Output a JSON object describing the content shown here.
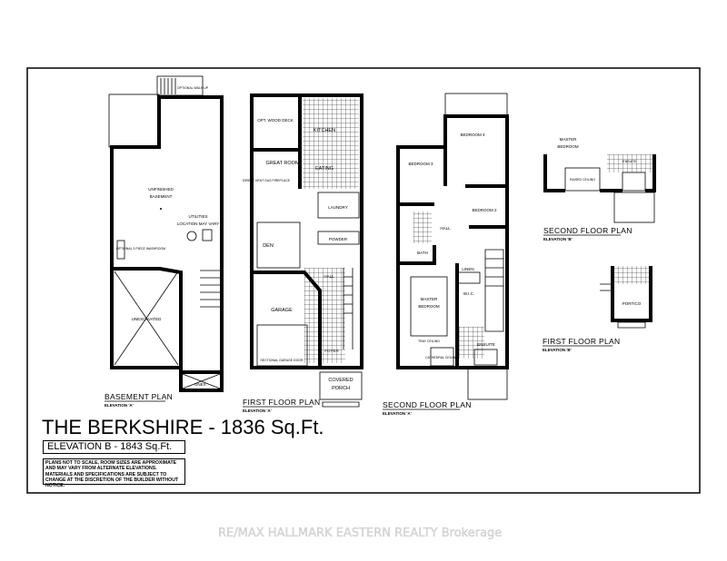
{
  "title": "THE BERKSHIRE - 1836 Sq.Ft.",
  "elevation_b": "ELEVATION B - 1843 Sq.Ft.",
  "disclaimer": "PLANS NOT TO SCALE, ROOM SIZES ARE APPROXIMATE AND MAY VARY FROM ALTERNATE ELEVATIONS.  MATERIALS AND SPECIFICATIONS ARE SUBJECT TO CHANGE AT THE DISCRETION OF THE BUILDER WITHOUT NOTICE.",
  "watermark": "RE/MAX HALLMARK EASTERN REALTY  Brokerage",
  "plans": {
    "basement": {
      "title": "BASEMENT PLAN",
      "elevation": "ELEVATION 'A'",
      "rooms": {
        "unfinished": "UNFINISHED",
        "basement": "BASEMENT",
        "utilities": "UTILITIES",
        "utilities_note": "LOCATION MAY VARY",
        "rough_in": "OPTIONAL 3 PIECE WASHROOM",
        "unexcavated": "UNEXCAVATED",
        "unex": "UNEX.",
        "walkup": "OPTIONAL WALK UP"
      }
    },
    "first": {
      "title": "FIRST FLOOR PLAN",
      "elevation": "ELEVATION 'A'",
      "rooms": {
        "deck": "OPT. WOOD DECK",
        "great_room": "GREAT ROOM",
        "fireplace": "DIRECT VENT GAS FIREPLACE",
        "kitchen": "KITCHEN",
        "eating": "EATING",
        "laundry": "LAUNDRY",
        "den": "DEN",
        "powder": "POWDER",
        "hall": "HALL",
        "garage": "GARAGE",
        "garage_door": "SECTIONAL GARAGE DOOR",
        "foyer": "FOYER",
        "covered": "COVERED",
        "porch": "PORCH"
      }
    },
    "second": {
      "title": "SECOND FLOOR PLAN",
      "elevation": "ELEVATION 'A'",
      "rooms": {
        "bedroom4": "BEDROOM 4",
        "bedroom3": "BEDROOM 3",
        "bedroom2": "BEDROOM 2",
        "hall": "HALL",
        "bath": "BATH",
        "linen": "LINEN",
        "wic": "W.I.C.",
        "master": "MASTER",
        "bedroom": "BEDROOM",
        "tray": "TRAY CEILING",
        "ensuite": "ENSUITE",
        "cathedral": "CATHEDRAL CEILING"
      }
    },
    "second_b": {
      "title": "SECOND FLOOR PLAN",
      "elevation": "ELEVATION 'B'",
      "rooms": {
        "master": "MASTER",
        "bedroom": "BEDROOM",
        "raised": "RAISED CEILING",
        "ensuite": "ENSUITE"
      }
    },
    "first_b": {
      "title": "FIRST FLOOR PLAN",
      "elevation": "ELEVATION 'B'",
      "rooms": {
        "portico": "PORTICO"
      }
    }
  }
}
